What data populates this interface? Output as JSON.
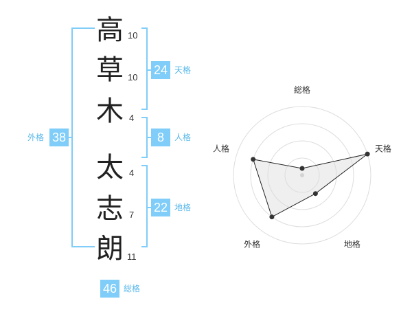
{
  "kanji": [
    {
      "char": "高",
      "strokes": "10"
    },
    {
      "char": "草",
      "strokes": "10"
    },
    {
      "char": "木",
      "strokes": "4"
    },
    {
      "char": "太",
      "strokes": "4"
    },
    {
      "char": "志",
      "strokes": "7"
    },
    {
      "char": "朗",
      "strokes": "11"
    }
  ],
  "kaku": {
    "tenkaku": {
      "value": "24",
      "label": "天格"
    },
    "jinkaku": {
      "value": "8",
      "label": "人格"
    },
    "chikaku": {
      "value": "22",
      "label": "地格"
    },
    "gaikaku": {
      "value": "38",
      "label": "外格"
    },
    "soukaku": {
      "value": "46",
      "label": "総格"
    }
  },
  "colors": {
    "accent": "#7fcdf8",
    "accent_text": "#58b8ea",
    "text": "#222222"
  },
  "chart_data": {
    "type": "radar",
    "axes": [
      "総格",
      "天格",
      "地格",
      "外格",
      "人格"
    ],
    "values": [
      0.1,
      1.0,
      0.33,
      0.75,
      0.75
    ],
    "grid_rings": 4
  }
}
